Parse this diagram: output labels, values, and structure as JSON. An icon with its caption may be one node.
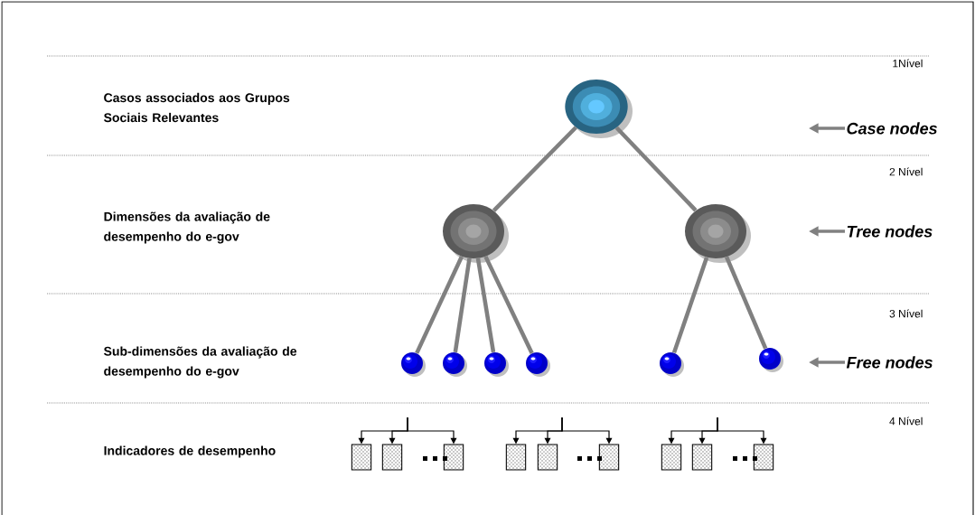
{
  "diagram": {
    "nodes": [
      {
        "text": [],
        "shape": "circle"
      },
      {
        "text": [],
        "shape": "circle"
      },
      {
        "text": [],
        "shape": "circle"
      },
      {
        "text": [],
        "shape": "circle"
      },
      {
        "text": [],
        "shape": "circle"
      },
      {
        "text": [],
        "shape": "circle"
      },
      {
        "text": [],
        "shape": "circle"
      },
      {
        "text": [],
        "shape": "circle"
      },
      {
        "text": [],
        "shape": "circle"
      },
      {
        "text": [],
        "shape": "box"
      },
      {
        "text": [],
        "shape": "box"
      },
      {
        "text": [],
        "shape": "box"
      },
      {
        "text": [],
        "shape": "box"
      },
      {
        "text": [],
        "shape": "box"
      },
      {
        "text": [],
        "shape": "box"
      },
      {
        "text": [],
        "shape": "box"
      },
      {
        "text": [],
        "shape": "box"
      },
      {
        "text": [],
        "shape": "box"
      },
      {
        "text": [
          "Case nodes"
        ]
      },
      {
        "text": [
          "Tree nodes"
        ]
      },
      {
        "text": [
          "Free nodes"
        ]
      }
    ],
    "edges": [
      {
        "from": 0,
        "to": 1,
        "arrow": "none"
      },
      {
        "from": 0,
        "to": 2,
        "arrow": "none"
      },
      {
        "from": 1,
        "to": 3,
        "arrow": "none"
      },
      {
        "from": 1,
        "to": 4,
        "arrow": "none"
      },
      {
        "from": 1,
        "to": 5,
        "arrow": "none"
      },
      {
        "from": 1,
        "to": 6,
        "arrow": "none"
      },
      {
        "from": 2,
        "to": 7,
        "arrow": "none"
      },
      {
        "from": 2,
        "to": 8,
        "arrow": "none"
      },
      {
        "from": null,
        "to": 9,
        "arrow": "to",
        "color": "#000000"
      },
      {
        "from": null,
        "to": 10,
        "arrow": "to",
        "color": "#000000"
      },
      {
        "from": null,
        "to": 11,
        "arrow": "to",
        "color": "#000000"
      },
      {
        "from": null,
        "to": 12,
        "arrow": "to",
        "color": "#000000"
      },
      {
        "from": null,
        "to": 13,
        "arrow": "to",
        "color": "#000000"
      },
      {
        "from": null,
        "to": 14,
        "arrow": "to",
        "color": "#000000"
      },
      {
        "from": null,
        "to": 15,
        "arrow": "to",
        "color": "#000000"
      },
      {
        "from": null,
        "to": 16,
        "arrow": "to",
        "color": "#000000"
      },
      {
        "from": null,
        "to": 17,
        "arrow": "to",
        "color": "#000000"
      },
      {
        "from": 18,
        "to": null,
        "arrow": "to"
      },
      {
        "from": 19,
        "to": null,
        "arrow": "to"
      },
      {
        "from": 20,
        "to": null,
        "arrow": "to"
      }
    ],
    "labels": [
      "1Nível",
      "Casos associados aos Grupos Sociais Relevantes",
      "2 Nível",
      "Dimensões da avaliação de desempenho do e-gov",
      "3 Nível",
      "Sub-dimensões da avaliação de desempenho do e-gov",
      "4 Nível",
      "Indicadores de desempenho"
    ]
  }
}
